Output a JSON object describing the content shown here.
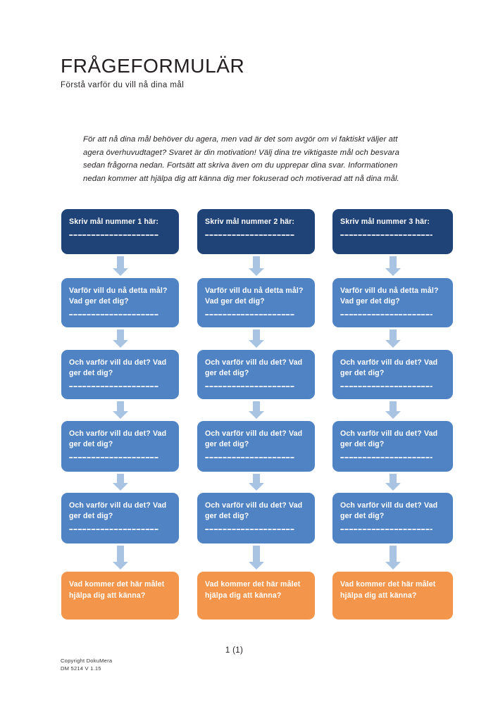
{
  "document": {
    "title": "FRÅGEFORMULÄR",
    "subtitle": "Förstå varför du vill nå dina mål",
    "intro": "För att nå dina mål behöver du agera, men vad är det som avgör om vi faktiskt väljer att agera överhuvudtaget? Svaret är din motivation! Välj dina tre viktigaste mål och besvara sedan frågorna nedan. Fortsätt att skriva även om du upprepar dina svar. Informationen nedan kommer att hjälpa dig att känna dig mer fokuserad och motiverad att nå dina mål."
  },
  "colors": {
    "navy": "#1f4377",
    "blue": "#5083c4",
    "orange": "#f4954c",
    "arrow": "#a9c4e3",
    "text": "#231f20",
    "page_background": "#ffffff"
  },
  "flow": {
    "columns": [
      {
        "id": "goal-1",
        "nodes": [
          {
            "kind": "goal",
            "color": "navy",
            "label": "Skriv mål nummer 1 här:",
            "has_answer_line": true
          },
          {
            "kind": "why-1",
            "color": "blue",
            "label": "Varför vill du nå detta mål? Vad ger det dig?",
            "has_answer_line": true
          },
          {
            "kind": "why-2",
            "color": "blue",
            "label": "Och varför vill du det? Vad ger det dig?",
            "has_answer_line": true
          },
          {
            "kind": "why-3",
            "color": "blue",
            "label": "Och varför vill du det? Vad ger det dig?",
            "has_answer_line": true
          },
          {
            "kind": "why-4",
            "color": "blue",
            "label": "Och varför vill du det? Vad ger det dig?",
            "has_answer_line": true
          },
          {
            "kind": "feeling",
            "color": "orange",
            "label": "Vad kommer det här målet hjälpa dig att känna?",
            "has_answer_line": false
          }
        ]
      },
      {
        "id": "goal-2",
        "nodes": [
          {
            "kind": "goal",
            "color": "navy",
            "label": "Skriv mål nummer 2 här:",
            "has_answer_line": true
          },
          {
            "kind": "why-1",
            "color": "blue",
            "label": "Varför vill du nå detta mål? Vad ger det dig?",
            "has_answer_line": true
          },
          {
            "kind": "why-2",
            "color": "blue",
            "label": "Och varför vill du det? Vad ger det dig?",
            "has_answer_line": true
          },
          {
            "kind": "why-3",
            "color": "blue",
            "label": "Och varför vill du det? Vad ger det dig?",
            "has_answer_line": true
          },
          {
            "kind": "why-4",
            "color": "blue",
            "label": "Och varför vill du det? Vad ger det dig?",
            "has_answer_line": true
          },
          {
            "kind": "feeling",
            "color": "orange",
            "label": "Vad kommer det här målet hjälpa dig att känna?",
            "has_answer_line": false
          }
        ]
      },
      {
        "id": "goal-3",
        "nodes": [
          {
            "kind": "goal",
            "color": "navy",
            "label": "Skriv mål nummer 3 här:",
            "has_answer_line": true
          },
          {
            "kind": "why-1",
            "color": "blue",
            "label": "Varför vill du nå detta mål? Vad ger det dig?",
            "has_answer_line": true
          },
          {
            "kind": "why-2",
            "color": "blue",
            "label": "Och varför vill du det? Vad ger det dig?",
            "has_answer_line": true
          },
          {
            "kind": "why-3",
            "color": "blue",
            "label": "Och varför vill du det? Vad ger det dig?",
            "has_answer_line": true
          },
          {
            "kind": "why-4",
            "color": "blue",
            "label": "Och varför vill du det? Vad ger det dig?",
            "has_answer_line": true
          },
          {
            "kind": "feeling",
            "color": "orange",
            "label": "Vad kommer det här målet hjälpa dig att känna?",
            "has_answer_line": false
          }
        ]
      }
    ]
  },
  "footer": {
    "page_number": "1 (1)",
    "copyright": "Copyright DokuMera",
    "document_code": "DM 5214 V 1.15"
  }
}
